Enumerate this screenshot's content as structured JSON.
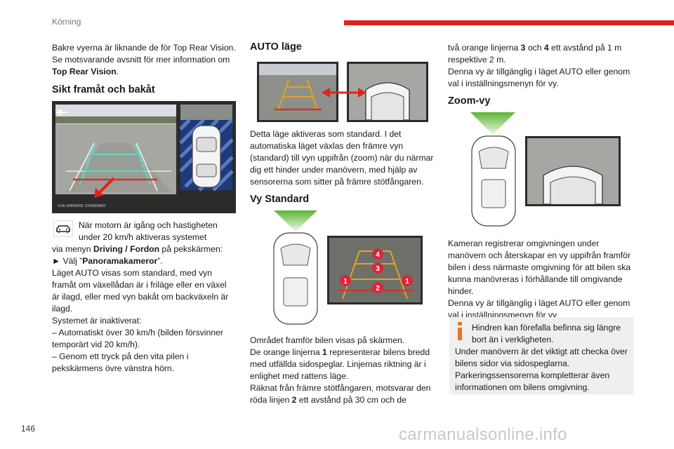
{
  "header": {
    "section": "Körning",
    "page_number": "146"
  },
  "footer": {
    "watermark": "carmanualsonline.info"
  },
  "col1": {
    "intro_1": "Bakre vyerna är liknande de för Top Rear Vision. Se motsvarande avsnitt för mer information om ",
    "intro_bold": "Top Rear Vision",
    "intro_end": ".",
    "heading": "Sikt framåt och bakåt",
    "screen_label": "VUE ARRIERE STANDARD",
    "para_indent": "När motorn är igång och hastigheten under 20 km/h aktiveras systemet",
    "para_2a": "via menyn ",
    "para_2b": "Driving / Fordon",
    "para_2c": " på pekskärmen:",
    "step_a": "► Välj ”",
    "step_b": "Panoramakameror",
    "step_c": "”.",
    "para_3": "Läget AUTO visas som standard, med vyn framåt om växellådan är i friläge eller en växel är ilagd, eller med vyn bakåt om backväxeln är ilagd.",
    "para_4": "Systemet är inaktiverat:",
    "dash_1": "– Automatiskt över 30 km/h (bilden försvinner temporärt vid 20 km/h).",
    "dash_2": "– Genom ett tryck på den vita pilen i pekskärmens övre vänstra hörn."
  },
  "col2": {
    "heading_auto": "AUTO läge",
    "auto_text": "Detta läge aktiveras som standard. I det automatiska läget växlas den främre vyn (standard) till vyn uppifrån (zoom) när du närmar dig ett hinder under manövern, med hjälp av sensorerna som sitter på främre stötfångaren.",
    "heading_std": "Vy Standard",
    "badges": [
      "4",
      "3",
      "1",
      "2",
      "1"
    ],
    "std_1": "Området framför bilen visas på skärmen.",
    "std_2a": "De orange linjerna ",
    "std_2b": "1",
    "std_2c": " representerar bilens bredd med utfällda sidospeglar. Linjernas riktning är i enlighet med rattens läge.",
    "std_3a": "Räknat från främre stötfångaren, motsvarar den röda linjen ",
    "std_3b": "2",
    "std_3c": " ett avstånd på 30 cm och de"
  },
  "col3": {
    "cont_a": "två orange linjerna ",
    "cont_b": "3",
    "cont_c": " och ",
    "cont_d": "4",
    "cont_e": " ett avstånd på 1 m respektive 2 m.",
    "cont_2": "Denna vy är tillgänglig i läget AUTO eller genom val i inställningsmenyn för vy.",
    "heading_zoom": "Zoom-vy",
    "zoom_1": "Kameran registrerar omgivningen under manövern och återskapar en vy uppifrån framför bilen i dess närmaste omgivning för att bilen ska kunna manövreras i förhållande till omgivande hinder.",
    "zoom_2": "Denna vy är tillgänglig i läget AUTO eller genom val i inställningsmenyn för vy.",
    "info_1": "Hindren kan förefalla befinna sig längre bort än i verkligheten.",
    "info_2": "Under manövern är det viktigt att checka över bilens sidor via sidospeglarna.",
    "info_3": "Parkeringssensorerna kompletterar även informationen om bilens omgivning."
  },
  "colors": {
    "accent_red": "#e2231a",
    "info_icon": "#e87722",
    "ground_green": "#5cb531",
    "guide_orange": "#e8a020",
    "guide_cyan": "#5cd6c6"
  }
}
